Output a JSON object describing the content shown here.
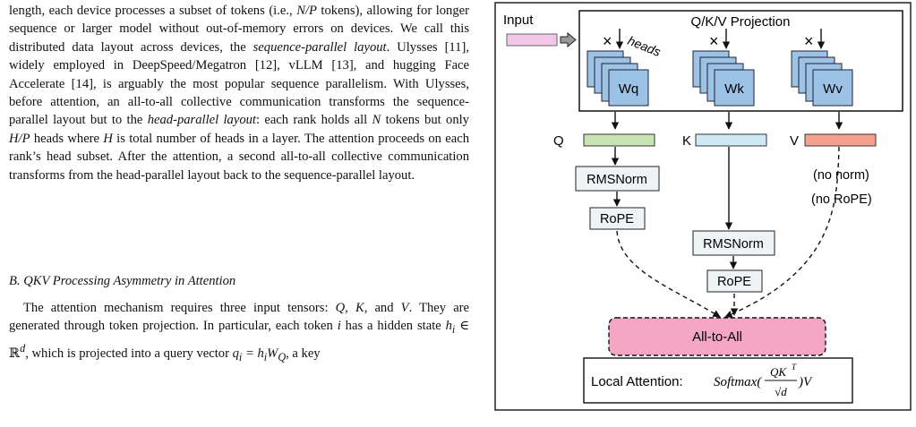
{
  "text": {
    "p1_a": "length, each device processes a subset of tokens (i.e., ",
    "p1_np": "N/P",
    "p1_b": " tokens), allowing for longer sequence or larger model without out-of-memory errors on devices. We call this distributed data layout across devices, the ",
    "p1_seq_layout": "sequence-parallel layout",
    "p1_c": ". Ulysses [11], widely employed in DeepSpeed/Megatron [12], vLLM [13], and hugging Face Accelerate [14], is arguably the most popular sequence parallelism. With Ulysses, before attention, an all-to-all collective communication transforms the sequence-parallel layout but to the ",
    "p1_head_layout": "head-parallel layout",
    "p1_d": ": each rank holds all ",
    "p1_n": "N",
    "p1_e": " tokens but only ",
    "p1_hp": "H/P",
    "p1_f": " heads where ",
    "p1_h": "H",
    "p1_g": " is total number of heads in a layer. The attention proceeds on each rank’s head subset. After the attention, a second all-to-all collective communication transforms from the head-parallel layout back to the sequence-parallel layout.",
    "section_heading": "B. QKV Processing Asymmetry in Attention",
    "p2_a": "The attention mechanism requires three input tensors: ",
    "p2_q": "Q",
    "p2_b": ", ",
    "p2_k": "K",
    "p2_c": ", and ",
    "p2_v": "V",
    "p2_d": ". They are generated through token projection. In particular, each token ",
    "p2_i": "i",
    "p2_e": " has a hidden state ",
    "p2_hi": "h",
    "p2_hi_sub": "i",
    "p2_in": " ∈ ℝ",
    "p2_sup_d": "d",
    "p2_f": ", which is projected into a query vector ",
    "p2_qi": "q",
    "p2_qi_sub": "i",
    "p2_eq": " = h",
    "p2_eq_sub": "i",
    "p2_w": "W",
    "p2_w_sub": "Q",
    "p2_g": ", a key"
  },
  "figure": {
    "input_label": "Input",
    "projection_title": "Q/K/V Projection",
    "times": "×",
    "heads_label": "heads",
    "wq": "Wq",
    "wk": "Wk",
    "wv": "Wv",
    "q_label": "Q",
    "k_label": "K",
    "v_label": "V",
    "rmsnorm": "RMSNorm",
    "rope": "RoPE",
    "no_norm": "(no norm)",
    "no_rope": "(no RoPE)",
    "all_to_all": "All-to-All",
    "local_attention": "Local Attention:",
    "softmax": "Softmax(",
    "qk_num": "QK",
    "sup_t": "T",
    "sqrt_d": "√d",
    "v_tail": ")V",
    "colors": {
      "input_bar": "#f3c6e8",
      "weight_box": "#9cc2e5",
      "q_bar": "#c6e5b3",
      "k_bar": "#cfe8f6",
      "v_bar": "#f4a08e",
      "op_box": "#eef3f6",
      "all_to_all": "#f4a6c4"
    }
  }
}
